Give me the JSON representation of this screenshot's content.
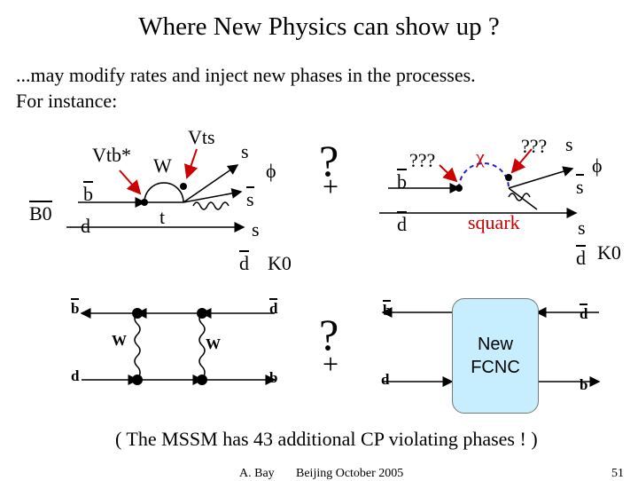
{
  "slide": {
    "title": "Where New Physics can show up ?",
    "intro": "...may modify rates and inject new phases in the processes.\nFor instance:",
    "note": "( The MSSM has 43 additional CP violating phases ! )",
    "footer": {
      "author": "A. Bay",
      "event": "Beijing October 2005",
      "page": "51"
    }
  },
  "penguin_sm": {
    "initial": "B0",
    "b": "b",
    "d": "d",
    "W": "W",
    "t": "t",
    "vtb": "Vtb*",
    "vts": "Vts",
    "s1": "s",
    "s2": "s",
    "s3": "s",
    "d_out": "d",
    "phi": "ϕ",
    "K0": "K0"
  },
  "penguin_np": {
    "qqq_left": "???",
    "chi": "χ",
    "qqq_right": "???",
    "squark": "squark",
    "b": "b",
    "d": "d",
    "s1": "s",
    "s2": "s",
    "s3": "s",
    "d_out": "d",
    "phi": "ϕ",
    "K0": "K0"
  },
  "box_sm": {
    "b": "b",
    "d_top": "d",
    "d_bottom": "d",
    "b_right": "b",
    "w_left": "W",
    "w_right": "W"
  },
  "box_np": {
    "b": "b",
    "d_left": "d",
    "d_right": "d",
    "b_right": "b",
    "fcnc": "New FCNC"
  },
  "markers": {
    "question": "?",
    "plus": "+"
  },
  "colors": {
    "arrow": "#cc0000",
    "chi_loop": "#2020cc",
    "fcnc_fill": "#c6eeff"
  }
}
